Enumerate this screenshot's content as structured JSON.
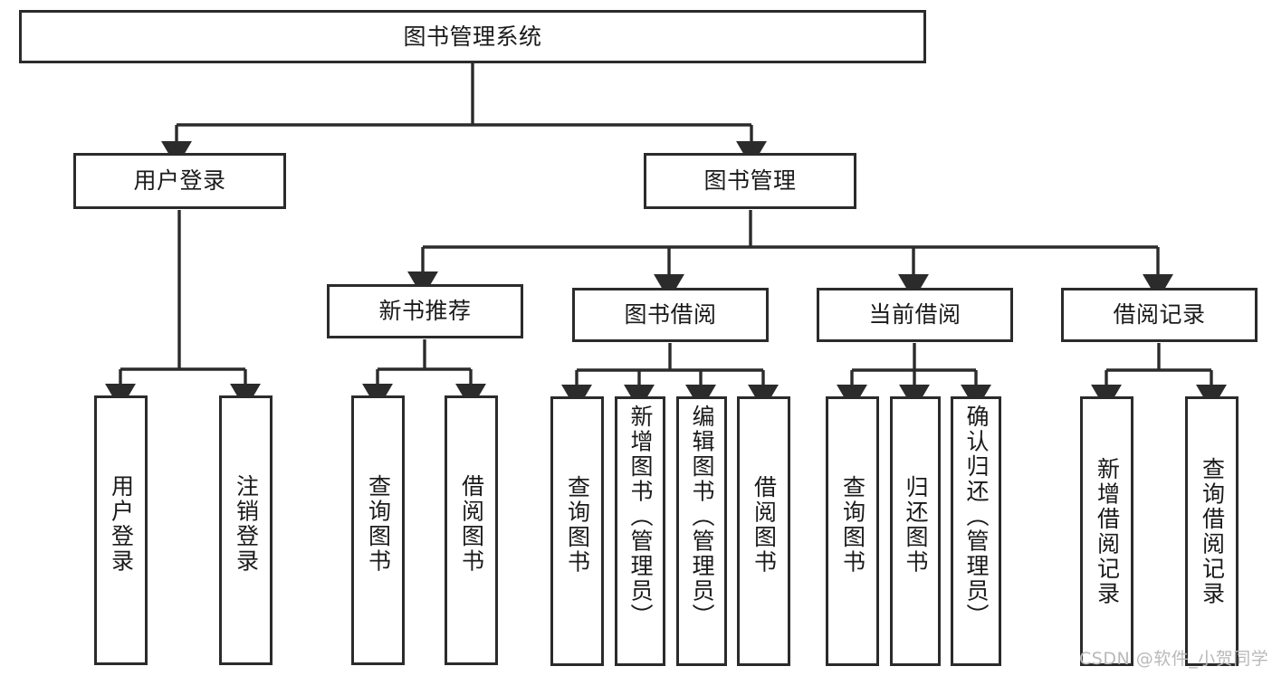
{
  "diagram": {
    "title": "图书管理系统",
    "type": "功能结构图",
    "stroke_color": "#2b2b2b",
    "fill_color": "#ffffff",
    "text_color": "#1a1a1a"
  },
  "root": {
    "label": "图书管理系统"
  },
  "level2": [
    {
      "label": "用户登录"
    },
    {
      "label": "图书管理"
    }
  ],
  "level3": [
    {
      "label": "新书推荐"
    },
    {
      "label": "图书借阅"
    },
    {
      "label": "当前借阅"
    },
    {
      "label": "借阅记录"
    }
  ],
  "leaves": [
    {
      "label": "用户登录"
    },
    {
      "label": "注销登录"
    },
    {
      "label": "查询图书"
    },
    {
      "label": "借阅图书"
    },
    {
      "label": "查询图书"
    },
    {
      "label": "新增图书（管理员）"
    },
    {
      "label": "编辑图书（管理员）"
    },
    {
      "label": "借阅图书"
    },
    {
      "label": "查询图书"
    },
    {
      "label": "归还图书"
    },
    {
      "label": "确认归还（管理员）"
    },
    {
      "label": "新增借阅记录"
    },
    {
      "label": "查询借阅记录"
    }
  ],
  "watermark": {
    "text": "CSDN @软件_小贺同学"
  }
}
